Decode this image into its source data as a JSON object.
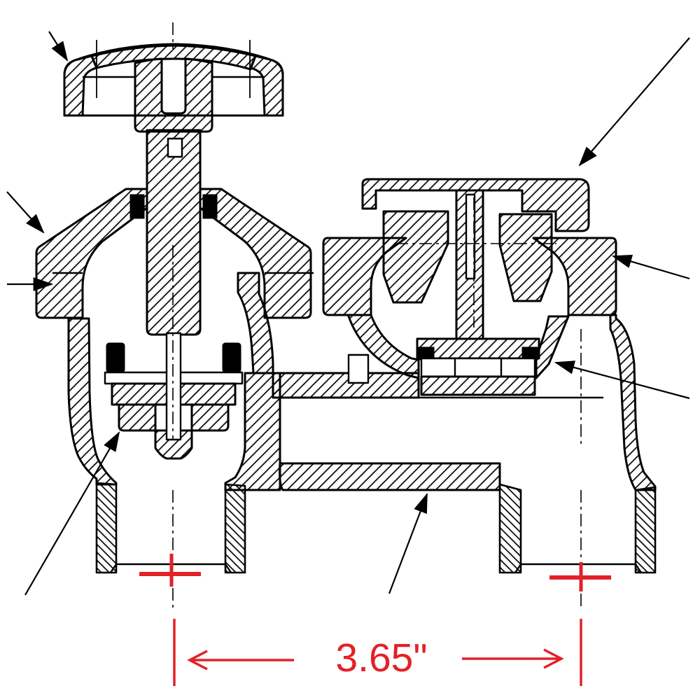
{
  "drawing": {
    "kind": "valve cross-section technical drawing",
    "background_color": "#ffffff",
    "line_color": "#000000",
    "annotation_color": "#e32128"
  },
  "dimension": {
    "label": "3.65\"",
    "value": 3.65,
    "unit": "in"
  },
  "annotations": {
    "centerline_crosses": 2,
    "leader_lines": [
      "handle-leader",
      "bonnet-leader",
      "packing-leader",
      "seat-leader",
      "breaker-cap-leader",
      "breaker-seal-leader",
      "breaker-disc-leader",
      "body-passage-leader"
    ]
  }
}
